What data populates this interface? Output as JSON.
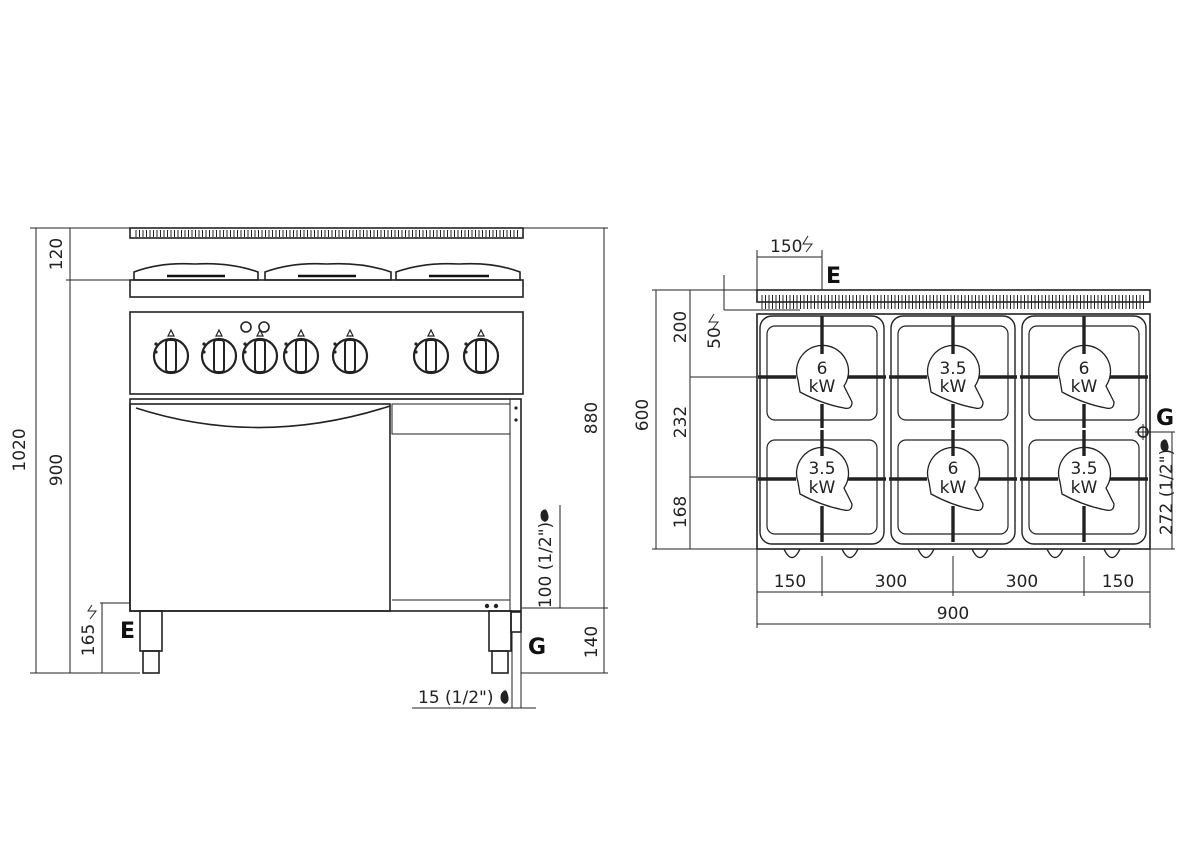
{
  "front_view": {
    "dims": {
      "total_height": "1020",
      "top_height": "120",
      "body_height": "900",
      "right_height": "880",
      "electric_height": "165",
      "gas_height": "140",
      "gas_connection_height": "100 (1/2\")",
      "gas_bottom": "15 (1/2\")"
    },
    "labels": {
      "electric": "E",
      "gas": "G"
    }
  },
  "top_view": {
    "dims": {
      "depth": "600",
      "back_depth": "200",
      "middle_depth": "232",
      "front_depth": "168",
      "electric_offset_top": "150",
      "electric_offset_side": "50",
      "gas_side": "272 (1/2\")",
      "width_segments": [
        "150",
        "300",
        "300",
        "150"
      ],
      "total_width": "900"
    },
    "labels": {
      "electric": "E",
      "gas": "G"
    },
    "burners": [
      {
        "power": "6",
        "unit": "kW"
      },
      {
        "power": "3.5",
        "unit": "kW"
      },
      {
        "power": "6",
        "unit": "kW"
      },
      {
        "power": "3.5",
        "unit": "kW"
      },
      {
        "power": "6",
        "unit": "kW"
      },
      {
        "power": "3.5",
        "unit": "kW"
      }
    ]
  },
  "colors": {
    "line": "#222222",
    "background": "#ffffff"
  }
}
